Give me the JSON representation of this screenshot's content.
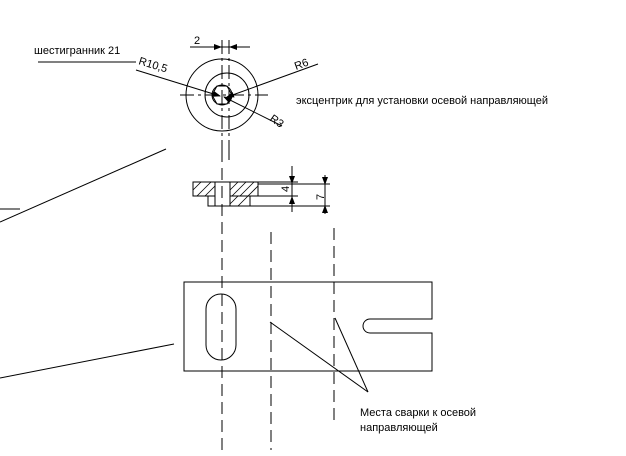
{
  "labels": {
    "hexagon": "шестигранник 21",
    "eccentric": "эксцентрик для установки осевой направляющей",
    "weld_line1": "Места сварки к осевой",
    "weld_line2": "направляющей"
  },
  "dimensions": {
    "gap": "2",
    "r_outer": "R10,5",
    "r_mid": "R6",
    "r_inner": "R3",
    "h_inner": "4",
    "h_total": "7"
  }
}
